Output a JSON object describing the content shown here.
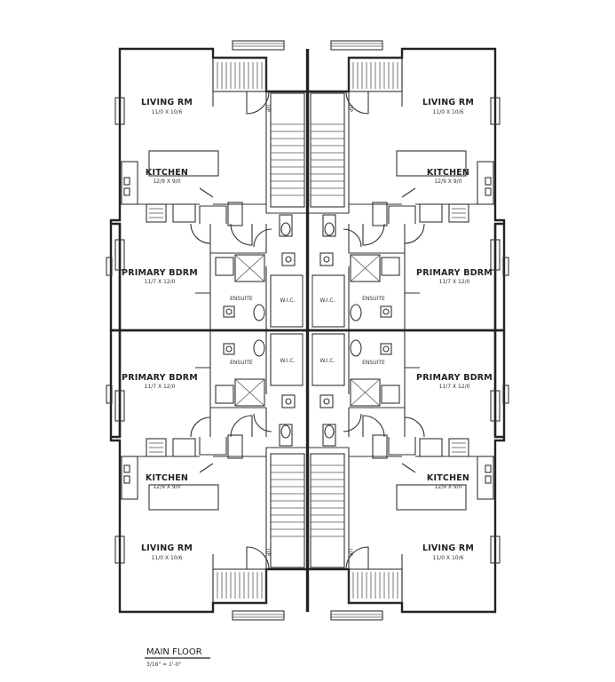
{
  "units": [
    {
      "living": "LIVING RM",
      "living_dim": "11/0 X 10/6",
      "kitchen": "KITCHEN",
      "kitchen_dim": "12/9 X 9/0",
      "bedroom": "PRIMARY BDRM",
      "bedroom_dim": "11/7 X 12/0",
      "ensuite": "ENSUITE",
      "wic": "W.I.C.",
      "up": "UP"
    },
    {
      "living": "LIVING RM",
      "living_dim": "11/0 X 10/6",
      "kitchen": "KITCHEN",
      "kitchen_dim": "12/9 X 9/0",
      "bedroom": "PRIMARY BDRM",
      "bedroom_dim": "11/7 X 12/0",
      "ensuite": "ENSUITE",
      "wic": "W.I.C.",
      "up": "UP"
    },
    {
      "living": "LIVING RM",
      "living_dim": "11/0 X 10/6",
      "kitchen": "KITCHEN",
      "kitchen_dim": "12/9 X 9/0",
      "bedroom": "PRIMARY BDRM",
      "bedroom_dim": "11/7 X 12/0",
      "ensuite": "ENSUITE",
      "wic": "W.I.C.",
      "up": "UP"
    },
    {
      "living": "LIVING RM",
      "living_dim": "11/0 X 10/6",
      "kitchen": "KITCHEN",
      "kitchen_dim": "12/9 X 9/0",
      "bedroom": "PRIMARY BDRM",
      "bedroom_dim": "11/7 X 12/0",
      "ensuite": "ENSUITE",
      "wic": "W.I.C.",
      "up": "UP"
    }
  ],
  "title": {
    "label": "MAIN FLOOR",
    "scale": "3/16\" = 1'-0\""
  }
}
